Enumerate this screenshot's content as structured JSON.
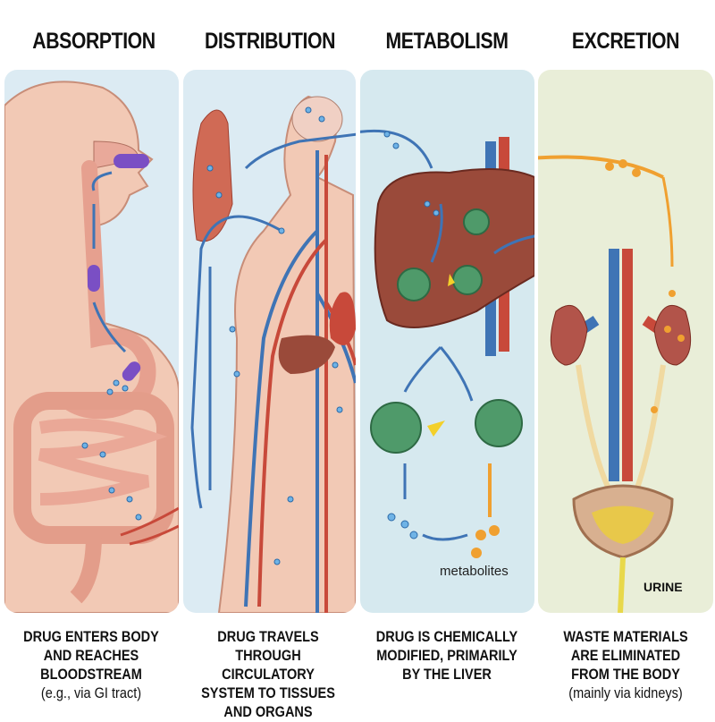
{
  "stages": [
    {
      "title": "ABSORPTION",
      "caption": [
        "DRUG ENTERS BODY",
        "AND REACHES",
        "BLOODSTREAM"
      ],
      "note": "(e.g., via GI tract)"
    },
    {
      "title": "DISTRIBUTION",
      "caption": [
        "DRUG TRAVELS",
        "THROUGH CIRCULATORY",
        "SYSTEM TO TISSUES",
        "AND ORGANS"
      ]
    },
    {
      "title": "METABOLISM",
      "caption": [
        "DRUG IS CHEMICALLY",
        "MODIFIED, PRIMARILY",
        "BY THE LIVER"
      ]
    },
    {
      "title": "EXCRETION",
      "caption": [
        "WASTE MATERIALS",
        "ARE ELIMINATED",
        "FROM THE BODY"
      ],
      "note": "(mainly via kidneys)"
    }
  ],
  "labels": {
    "metabolites": "metabolites",
    "urine": "URINE"
  },
  "colors": {
    "panel_blue": "#dcebf3",
    "panel_green": "#e9eed8",
    "artery": "#c8493a",
    "vein": "#3f74b5",
    "drug": "#7a4fc4",
    "metabolite": "#f0a030",
    "enzyme": "#4f9a6a",
    "liver": "#9a4a3a"
  }
}
